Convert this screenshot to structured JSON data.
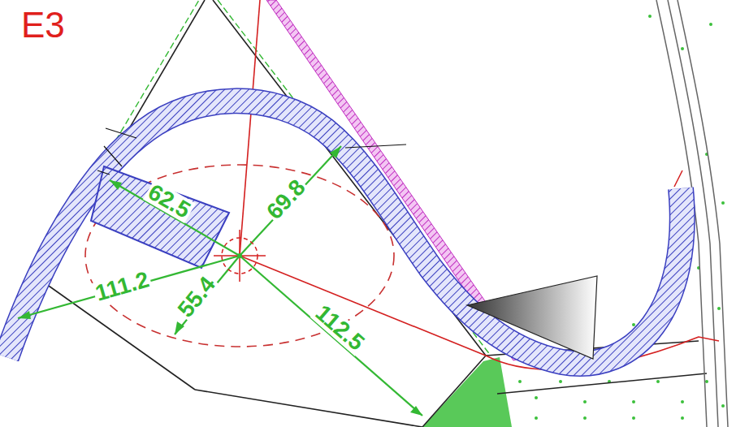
{
  "diagram": {
    "title": "E3",
    "labels": [
      "62.5",
      "69.8",
      "111.2",
      "55.4",
      "112.5"
    ]
  }
}
